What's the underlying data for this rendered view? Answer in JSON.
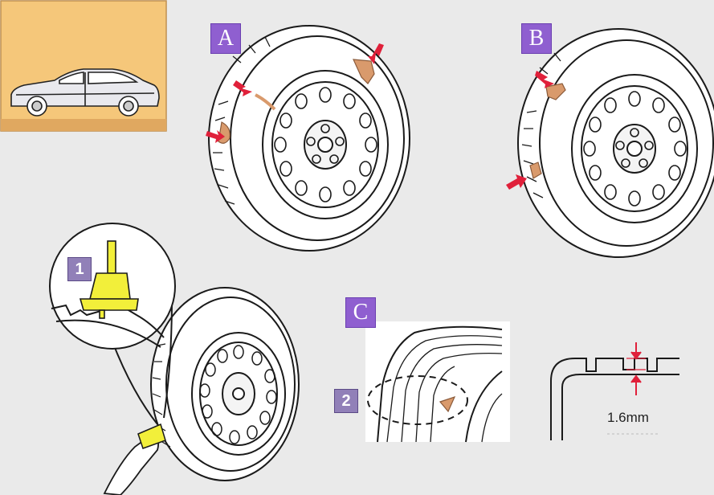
{
  "labels": {
    "a": "A",
    "b": "B",
    "c": "C",
    "step1": "1",
    "step2": "2",
    "min_depth": "1.6mm"
  },
  "colors": {
    "background": "#eaeaea",
    "label_purple": "#8f5fd0",
    "number_purple": "#9180b8",
    "car_panel": "#f5c77a",
    "damage_tan": "#d99a6c",
    "arrow_red": "#e0203a",
    "gauge_yellow": "#f2ef3a",
    "line": "#1a1a1a"
  },
  "icons": {
    "car": "car-side-icon",
    "arrow": "red-arrow-icon",
    "gauge": "tread-depth-gauge-icon",
    "wear_indicator": "tread-wear-indicator-icon"
  }
}
